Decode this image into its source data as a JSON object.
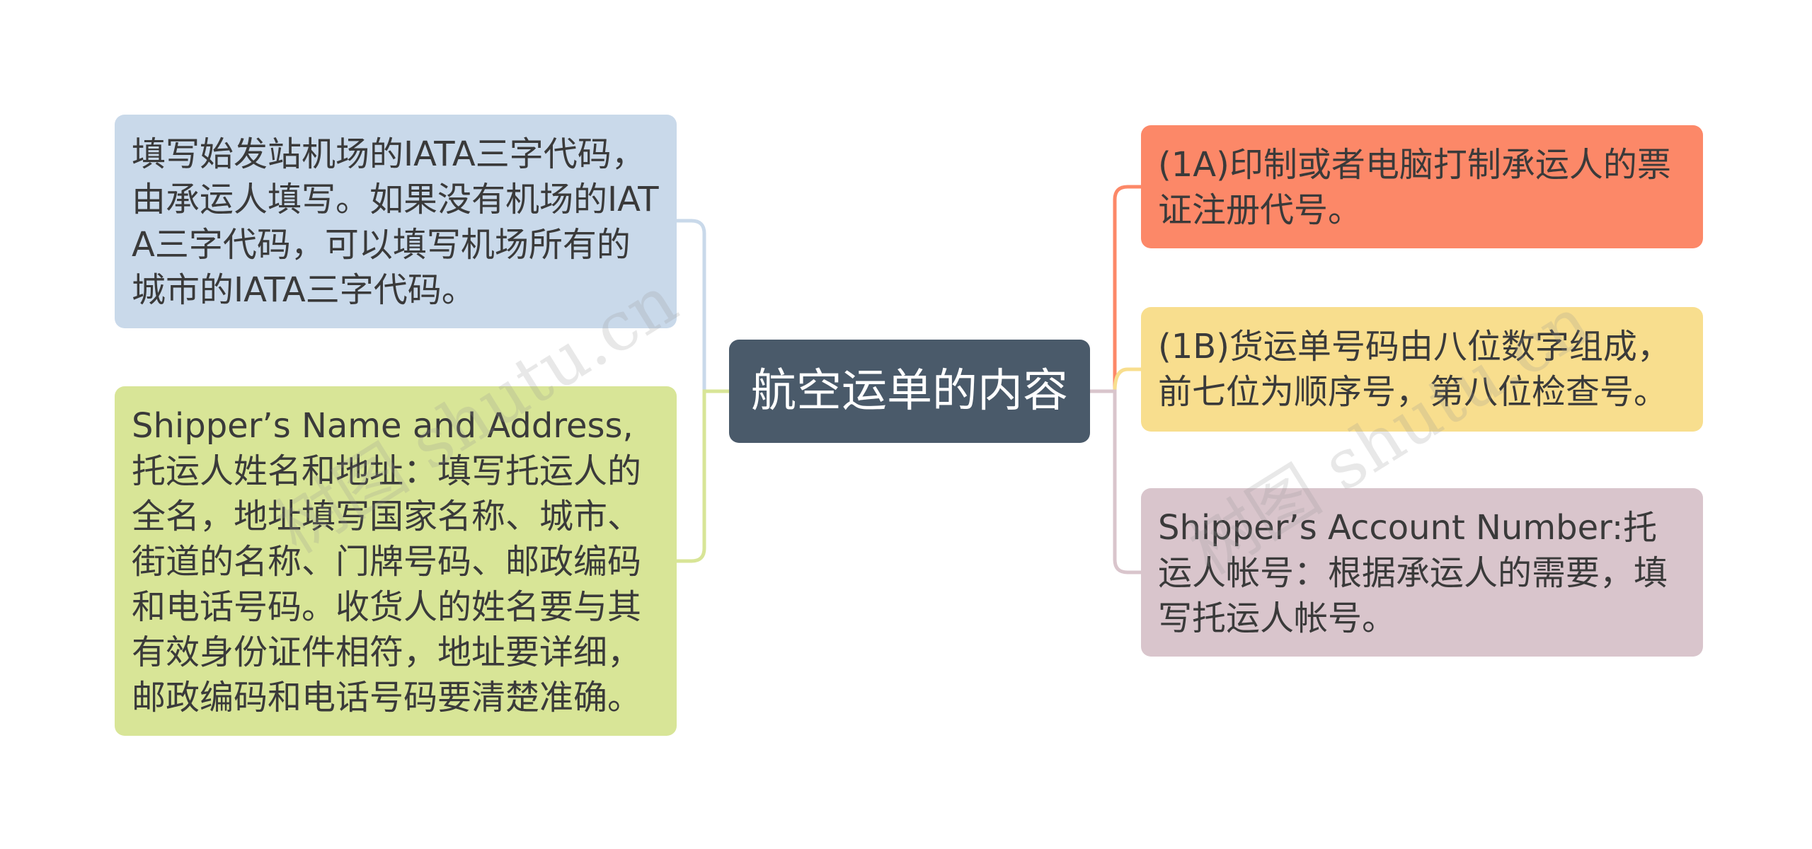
{
  "mindmap": {
    "center": {
      "label": "航空运单的内容",
      "color": "#4a5a6a"
    },
    "left_nodes": [
      {
        "text": "填写始发站机场的IATA三字代码，由承运人填写。如果没有机场的IATA三字代码，可以填写机场所有的城市的IATA三字代码。",
        "color": "#c9d9ea",
        "line_color": "#c9d9ea"
      },
      {
        "text": "Shipper’s Name and Address,托运人姓名和地址：填写托运人的全名，地址填写国家名称、城市、街道的名称、门牌号码、邮政编码和电话号码。收货人的姓名要与其有效身份证件相符，地址要详细，邮政编码和电话号码要清楚准确。",
        "color": "#d8e597",
        "line_color": "#d8e597"
      }
    ],
    "right_nodes": [
      {
        "text": "(1A)印制或者电脑打制承运人的票证注册代号。",
        "color": "#fc8868",
        "line_color": "#fc8868"
      },
      {
        "text": "(1B)货运单号码由八位数字组成，前七位为顺序号，第八位检查号。",
        "color": "#f8de8e",
        "line_color": "#f8de8e"
      },
      {
        "text": "Shipper’s Account Number:托运人帐号：根据承运人的需要，填写托运人帐号。",
        "color": "#d9c5cc",
        "line_color": "#d9c5cc"
      }
    ]
  },
  "watermarks": [
    "树图 shutu.cn",
    "树图 shutu.cn"
  ]
}
